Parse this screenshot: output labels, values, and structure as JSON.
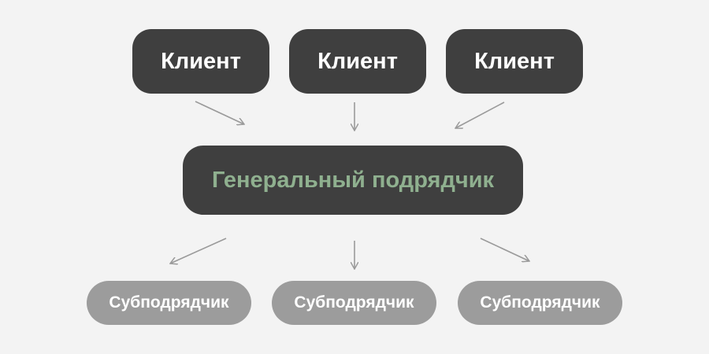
{
  "clients": [
    {
      "label": "Клиент"
    },
    {
      "label": "Клиент"
    },
    {
      "label": "Клиент"
    }
  ],
  "general_contractor": {
    "label": "Генеральный подрядчик"
  },
  "subcontractors": [
    {
      "label": "Субподрядчик"
    },
    {
      "label": "Субподрядчик"
    },
    {
      "label": "Субподрядчик"
    }
  ],
  "colors": {
    "background": "#f3f3f3",
    "dark_box": "#3f3f3f",
    "accent_text": "#8fb08f",
    "sub_box": "#9c9c9c",
    "arrow": "#9a9a9a"
  }
}
